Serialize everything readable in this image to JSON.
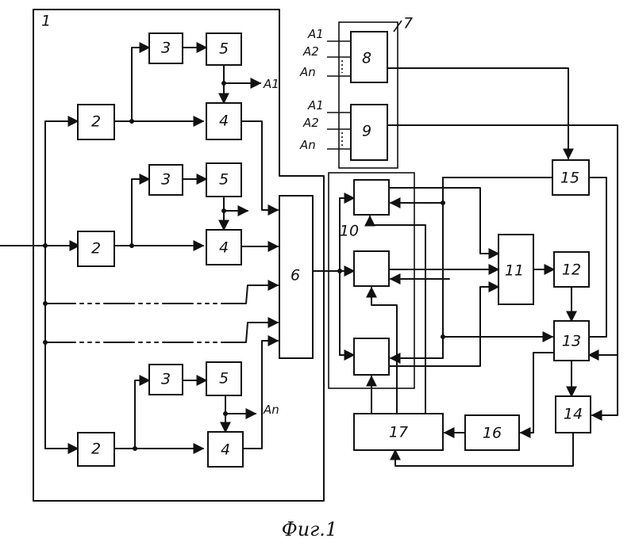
{
  "figure_caption": "Фиг.1",
  "blocks": {
    "b1": "1",
    "b2": "2",
    "b3": "3",
    "b4": "4",
    "b5": "5",
    "b6": "6",
    "b7": "7",
    "b8": "8",
    "b9": "9",
    "b10": "10",
    "b11": "11",
    "b12": "12",
    "b13": "13",
    "b14": "14",
    "b15": "15",
    "b16": "16",
    "b17": "17"
  },
  "signals": {
    "a1": "A1",
    "a2": "A2",
    "an": "An",
    "a1_out": "A1",
    "an_out": "An"
  }
}
